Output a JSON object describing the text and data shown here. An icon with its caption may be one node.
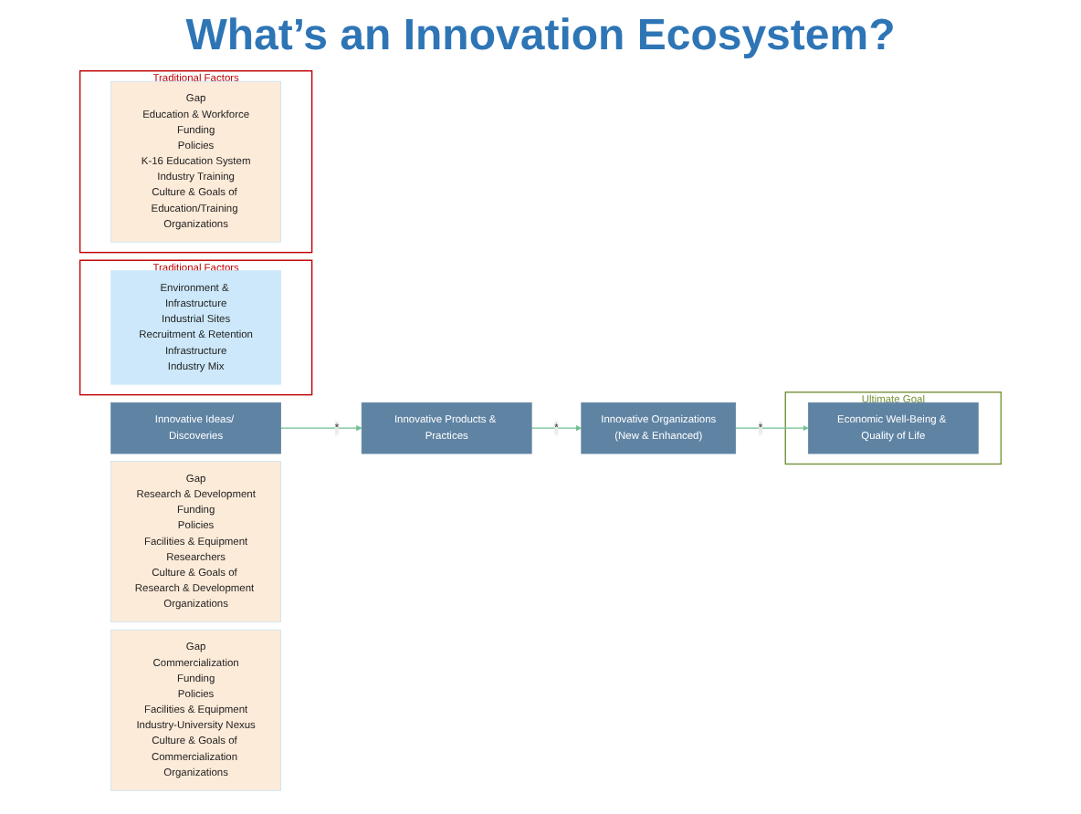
{
  "diagram": {
    "title": "What’s an Innovation Ecosystem?",
    "nodes": [
      {
        "text": [
          "Traditional Factors"
        ]
      },
      {
        "text": [
          "Environment & Infrastructure",
          "Industrial Sites",
          "Recruitment & Retention",
          "Infrastructure",
          "Industry Mix"
        ],
        "in": 0
      },
      {
        "text": [
          "Innovative Ideas/ Discoveries"
        ]
      },
      {
        "text": [
          "Innovative Products & Practices"
        ]
      },
      {
        "text": [
          "Innovative Organizations",
          "(New & Enhanced)"
        ]
      },
      {
        "text": [
          "Ultimate Goal"
        ]
      },
      {
        "text": [
          "Economic Well-Being & Quality of Life"
        ],
        "in": 5
      },
      {
        "text": [
          "Gap",
          "Research & Development",
          "Funding",
          "Policies",
          "Facilities & Equipment",
          "Researchers",
          "Culture & Goals of Research & Development Organizations"
        ]
      },
      {
        "text": [
          "Gap",
          "Commercialization",
          "Funding",
          "Policies",
          "Facilities & Equipment",
          "Industry-University Nexus",
          "Culture & Goals of Commercialization Organizations"
        ]
      },
      {
        "text": [
          "Traditional Factors"
        ]
      },
      {
        "text": [
          "Gap",
          "Education & Workforce",
          "Funding",
          "Policies",
          "K-16 Education System",
          "Industry Training",
          "Culture & Goals of Education/Training Organizations"
        ],
        "in": 9
      }
    ],
    "edges": [
      {
        "from": 2,
        "to": 3,
        "arrow": "to",
        "label": "*"
      },
      {
        "from": 3,
        "to": 4,
        "arrow": "to",
        "label": "*"
      },
      {
        "from": 4,
        "to": 6,
        "arrow": "to",
        "label": "*"
      }
    ]
  }
}
